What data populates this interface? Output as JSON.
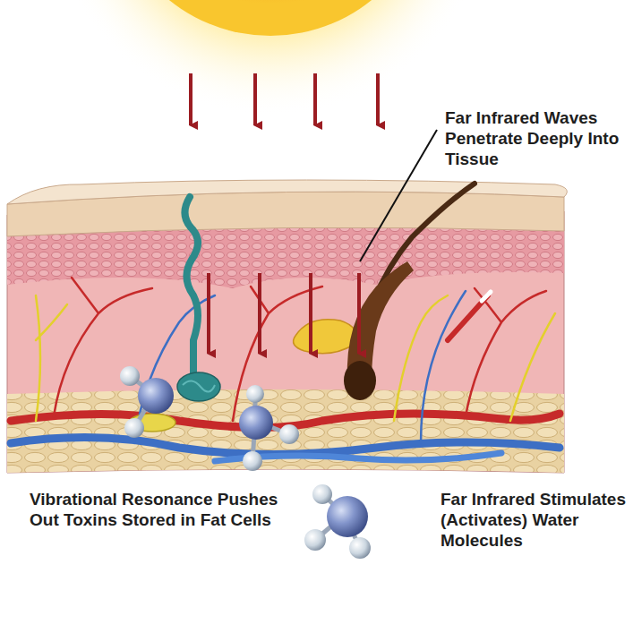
{
  "diagram": {
    "labels": [
      "Far Infrared Waves Penetrate Deeply Into Tissue",
      "Vibrational Resonance Pushes Out Toxins Stored in Fat Cells",
      "Far Infrared Stimulates (Activates) Water Molecules"
    ]
  }
}
